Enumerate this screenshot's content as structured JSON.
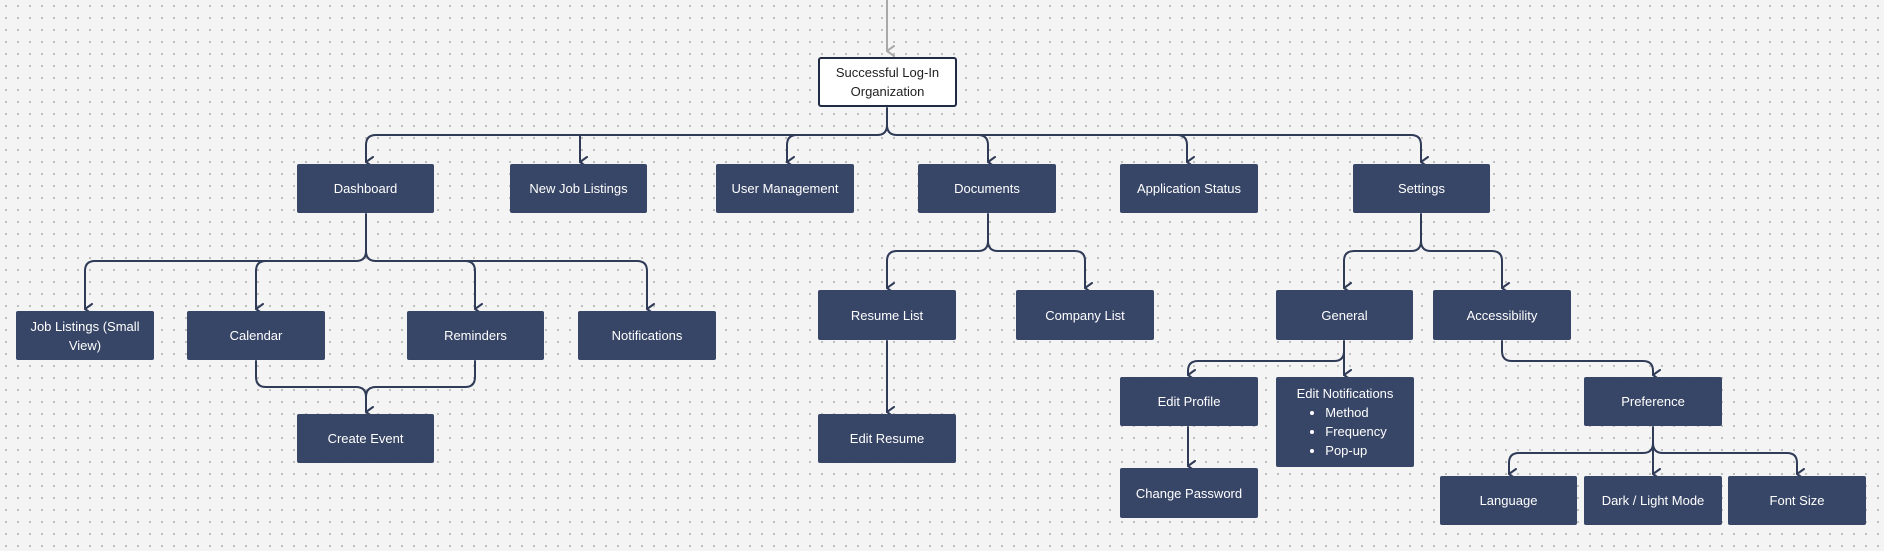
{
  "diagram": {
    "root": {
      "line1": "Successful Log-In",
      "line2": "Organization"
    },
    "level1": {
      "dashboard": "Dashboard",
      "new_job_listings": "New Job Listings",
      "user_management": "User Management",
      "documents": "Documents",
      "application_status": "Application Status",
      "settings": "Settings"
    },
    "dashboard_children": {
      "job_listings": "Job Listings (Small View)",
      "calendar": "Calendar",
      "reminders": "Reminders",
      "notifications": "Notifications",
      "create_event": "Create Event"
    },
    "documents_children": {
      "resume_list": "Resume List",
      "company_list": "Company List",
      "edit_resume": "Edit Resume"
    },
    "settings_children": {
      "general": "General",
      "accessibility": "Accessibility",
      "edit_profile": "Edit Profile",
      "change_password": "Change Password",
      "edit_notifications": {
        "title": "Edit Notifications",
        "items": [
          "Method",
          "Frequency",
          "Pop-up"
        ]
      },
      "preference": "Preference",
      "language": "Language",
      "dark_light_mode": "Dark / Light Mode",
      "font_size": "Font Size"
    },
    "colors": {
      "node_fill": "#374566",
      "node_text": "#ffffff",
      "connector": "#2f3b57",
      "incoming_arrow": "#a8a8a8",
      "root_border": "#1f2a44",
      "background": "#f4f4f4"
    }
  }
}
